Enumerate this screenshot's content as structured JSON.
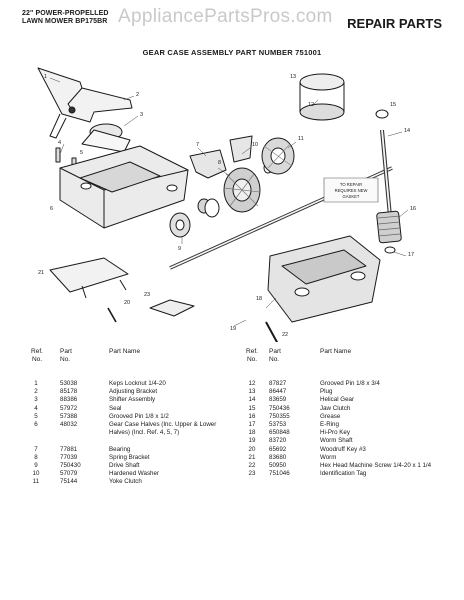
{
  "header": {
    "title_line1": "22\" POWER-PROPELLED",
    "title_line2": "LAWN MOWER BP175BR",
    "watermark": "AppliancePartsPros.com",
    "section": "REPAIR PARTS"
  },
  "subtitle": "GEAR CASE ASSEMBLY PART NUMBER 751001",
  "diagram_note": [
    "TO REPAIR",
    "REQUIRES NEW",
    "GASKET"
  ],
  "callouts": [
    "1",
    "2",
    "3",
    "4",
    "5",
    "6",
    "7",
    "8",
    "9",
    "10",
    "11",
    "12",
    "13",
    "14",
    "15",
    "16",
    "17",
    "18",
    "19",
    "20",
    "21",
    "22",
    "23"
  ],
  "table": {
    "headers": {
      "ref": "Ref.\nNo.",
      "part": "Part\nNo.",
      "name": "Part Name"
    },
    "left": [
      {
        "ref": "1",
        "part": "53038",
        "name": "Keps Locknut 1/4-20"
      },
      {
        "ref": "2",
        "part": "85178",
        "name": "Adjusting Bracket"
      },
      {
        "ref": "3",
        "part": "88386",
        "name": "Shifter Assembly"
      },
      {
        "ref": "4",
        "part": "57972",
        "name": "Seal"
      },
      {
        "ref": "5",
        "part": "57388",
        "name": "Grooved Pin 1/8 x 1/2"
      },
      {
        "ref": "6",
        "part": "48032",
        "name": "Gear Case Halves (Inc. Upper & Lower Halves) (Incl. Ref. 4, 5, 7)"
      },
      {
        "ref": "7",
        "part": "77881",
        "name": "Bearing"
      },
      {
        "ref": "8",
        "part": "77039",
        "name": "Spring Bracket"
      },
      {
        "ref": "9",
        "part": "750430",
        "name": "Drive Shaft"
      },
      {
        "ref": "10",
        "part": "57079",
        "name": "Hardened Washer"
      },
      {
        "ref": "11",
        "part": "75144",
        "name": "Yoke Clutch"
      }
    ],
    "right": [
      {
        "ref": "12",
        "part": "87827",
        "name": "Grooved Pin 1/8 x 3/4"
      },
      {
        "ref": "13",
        "part": "86447",
        "name": "Plug"
      },
      {
        "ref": "14",
        "part": "83659",
        "name": "Helical Gear"
      },
      {
        "ref": "15",
        "part": "750436",
        "name": "Jaw Clutch"
      },
      {
        "ref": "16",
        "part": "750355",
        "name": "Grease"
      },
      {
        "ref": "17",
        "part": "53753",
        "name": "E-Ring"
      },
      {
        "ref": "18",
        "part": "650848",
        "name": "Hi-Pro Key"
      },
      {
        "ref": "19",
        "part": "83720",
        "name": "Worm Shaft"
      },
      {
        "ref": "20",
        "part": "65692",
        "name": "Woodruff Key #3"
      },
      {
        "ref": "21",
        "part": "83680",
        "name": "Worm"
      },
      {
        "ref": "22",
        "part": "50950",
        "name": "Hex Head Machine Screw 1/4-20 x 1 1/4"
      },
      {
        "ref": "23",
        "part": "751046",
        "name": "Identification Tag"
      }
    ]
  }
}
